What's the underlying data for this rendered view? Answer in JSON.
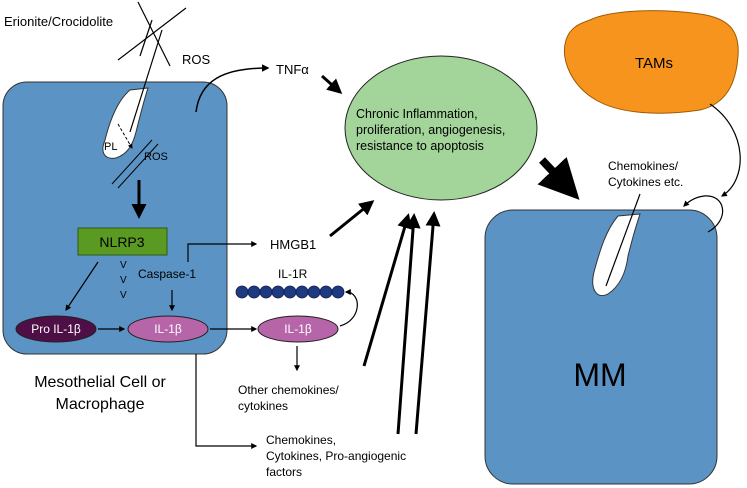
{
  "labels": {
    "fiber": "Erionite/Crocidolite",
    "ros_top": "ROS",
    "tnf": "TNFα",
    "pl": "PL",
    "ros_inner": "ROS",
    "nlrp3": "NLRP3",
    "caspase": "Caspase-1",
    "hmgb1": "HMGB1",
    "il1r": "IL-1R",
    "pro_il1b": "Pro IL-1β",
    "il1b_inner": "IL-1β",
    "il1b_outer": "IL-1β",
    "other_line1": "Other chemokines/",
    "other_line2": "cytokines",
    "chem_line1": "Chemokines,",
    "chem_line2": "Cytokines, Pro-angiogenic",
    "chem_line3": "factors",
    "cell_line1": "Mesothelial Cell or",
    "cell_line2": "Macrophage",
    "inflam_line1": "Chronic Inflammation,",
    "inflam_line2": "proliferation, angiogenesis,",
    "inflam_line3": "resistance to apoptosis",
    "tams": "TAMs",
    "chemo_tams_line1": "Chemokines/",
    "chemo_tams_line2": "Cytokines etc.",
    "mm": "MM",
    "v_marks": [
      "V",
      "V",
      "V"
    ]
  },
  "colors": {
    "cell_fill": "#5b93c4",
    "nlrp3_fill": "#5a9a22",
    "pro_il1b_fill": "#4d0f45",
    "il1b_fill": "#b565a8",
    "receptor_fill": "#1f3a80",
    "inflam_fill": "#a3d49a",
    "tams_fill": "#f7941d"
  }
}
